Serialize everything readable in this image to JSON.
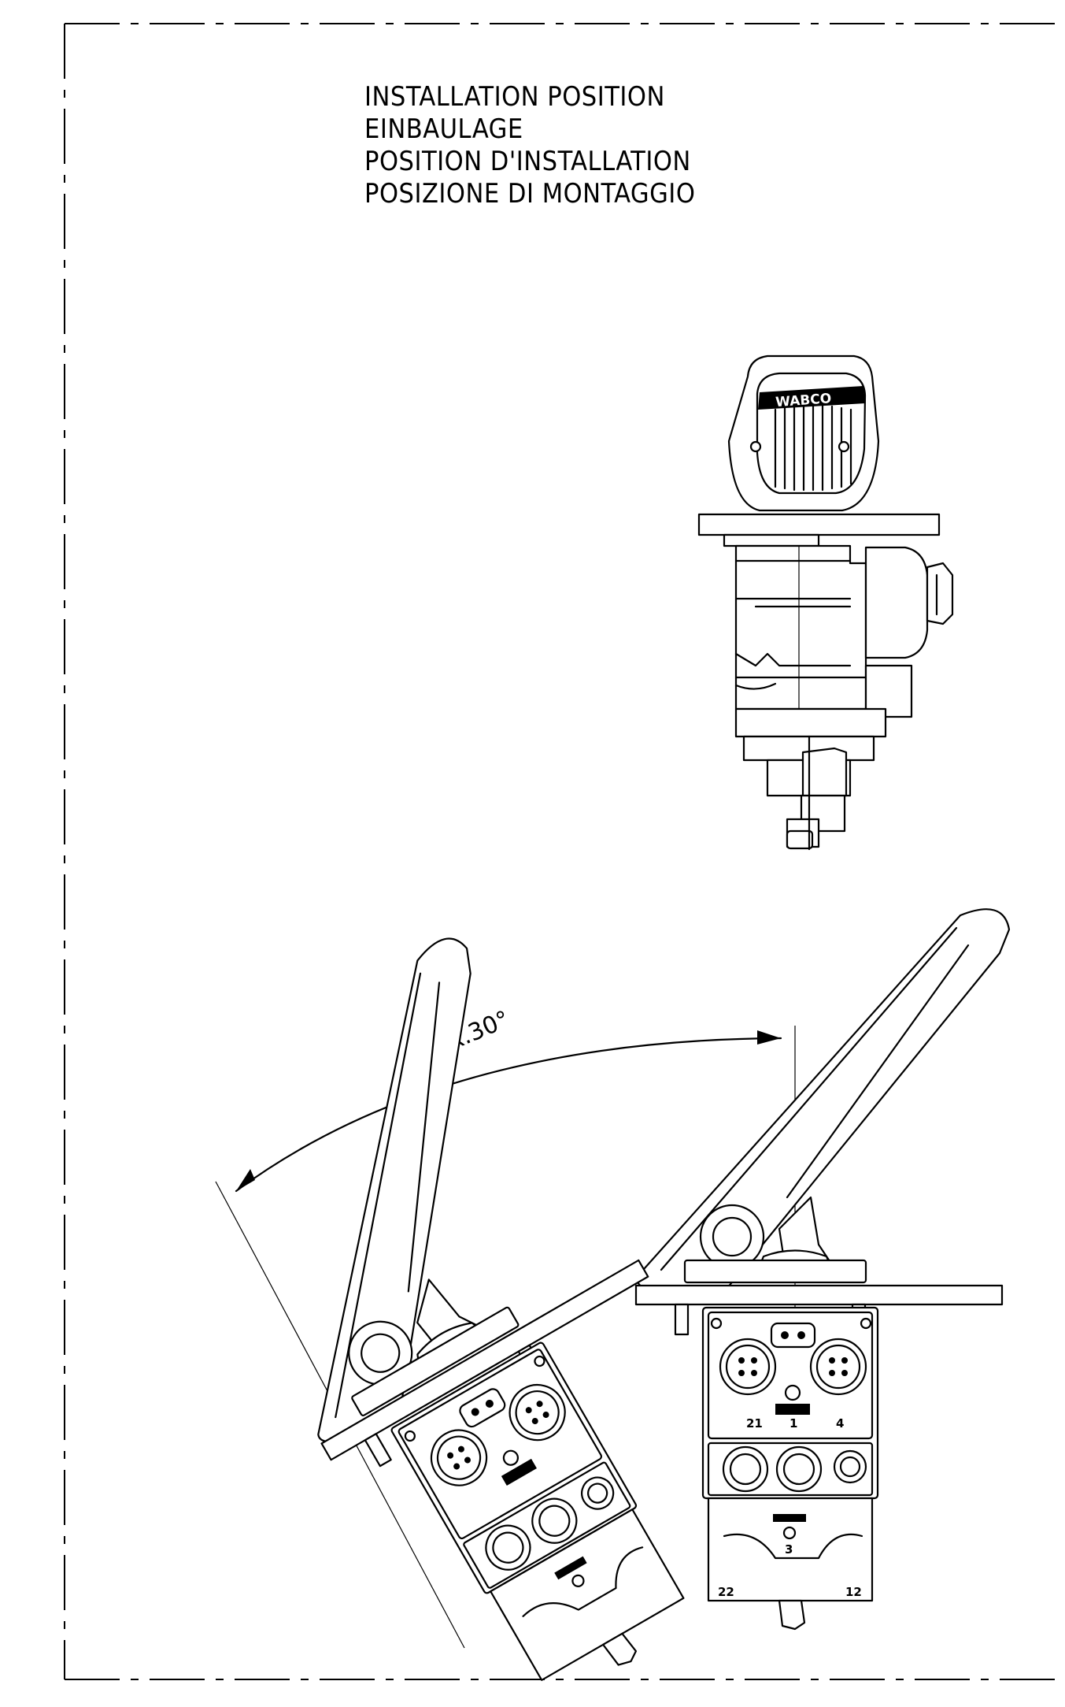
{
  "title_block": {
    "lines": [
      "INSTALLATION POSITION",
      "EINBAULAGE",
      "POSITION D'INSTALLATION",
      "POSIZIONE DI MONTAGGIO"
    ]
  },
  "dimension": {
    "angle_label": "MAX.30°"
  },
  "brand": {
    "logo": "WABCO"
  },
  "ports": {
    "p21": "21",
    "p22": "22",
    "p1": "1",
    "p4": "4",
    "p3": "3",
    "p12": "12"
  }
}
